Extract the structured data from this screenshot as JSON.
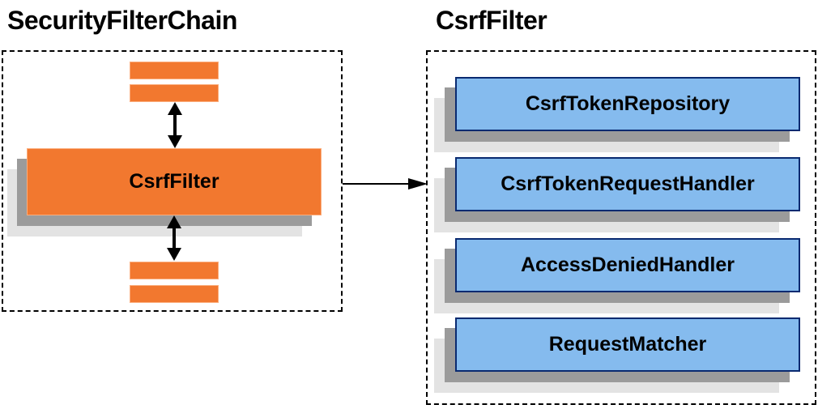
{
  "left": {
    "title": "SecurityFilterChain",
    "main_box_label": "CsrfFilter"
  },
  "right": {
    "title": "CsrfFilter",
    "boxes": [
      {
        "label": "CsrfTokenRepository"
      },
      {
        "label": "CsrfTokenRequestHandler"
      },
      {
        "label": "AccessDeniedHandler"
      },
      {
        "label": "RequestMatcher"
      }
    ]
  },
  "colors": {
    "orange": "#F2782F",
    "orange_border": "#FBAD7C",
    "blue": "#85BBEE",
    "blue_border": "#0A2A70",
    "shadow_dark": "#9B9B9B",
    "shadow_light": "#E3E3E3",
    "arrow": "#000000",
    "text": "#000000",
    "background": "#FFFFFF"
  }
}
